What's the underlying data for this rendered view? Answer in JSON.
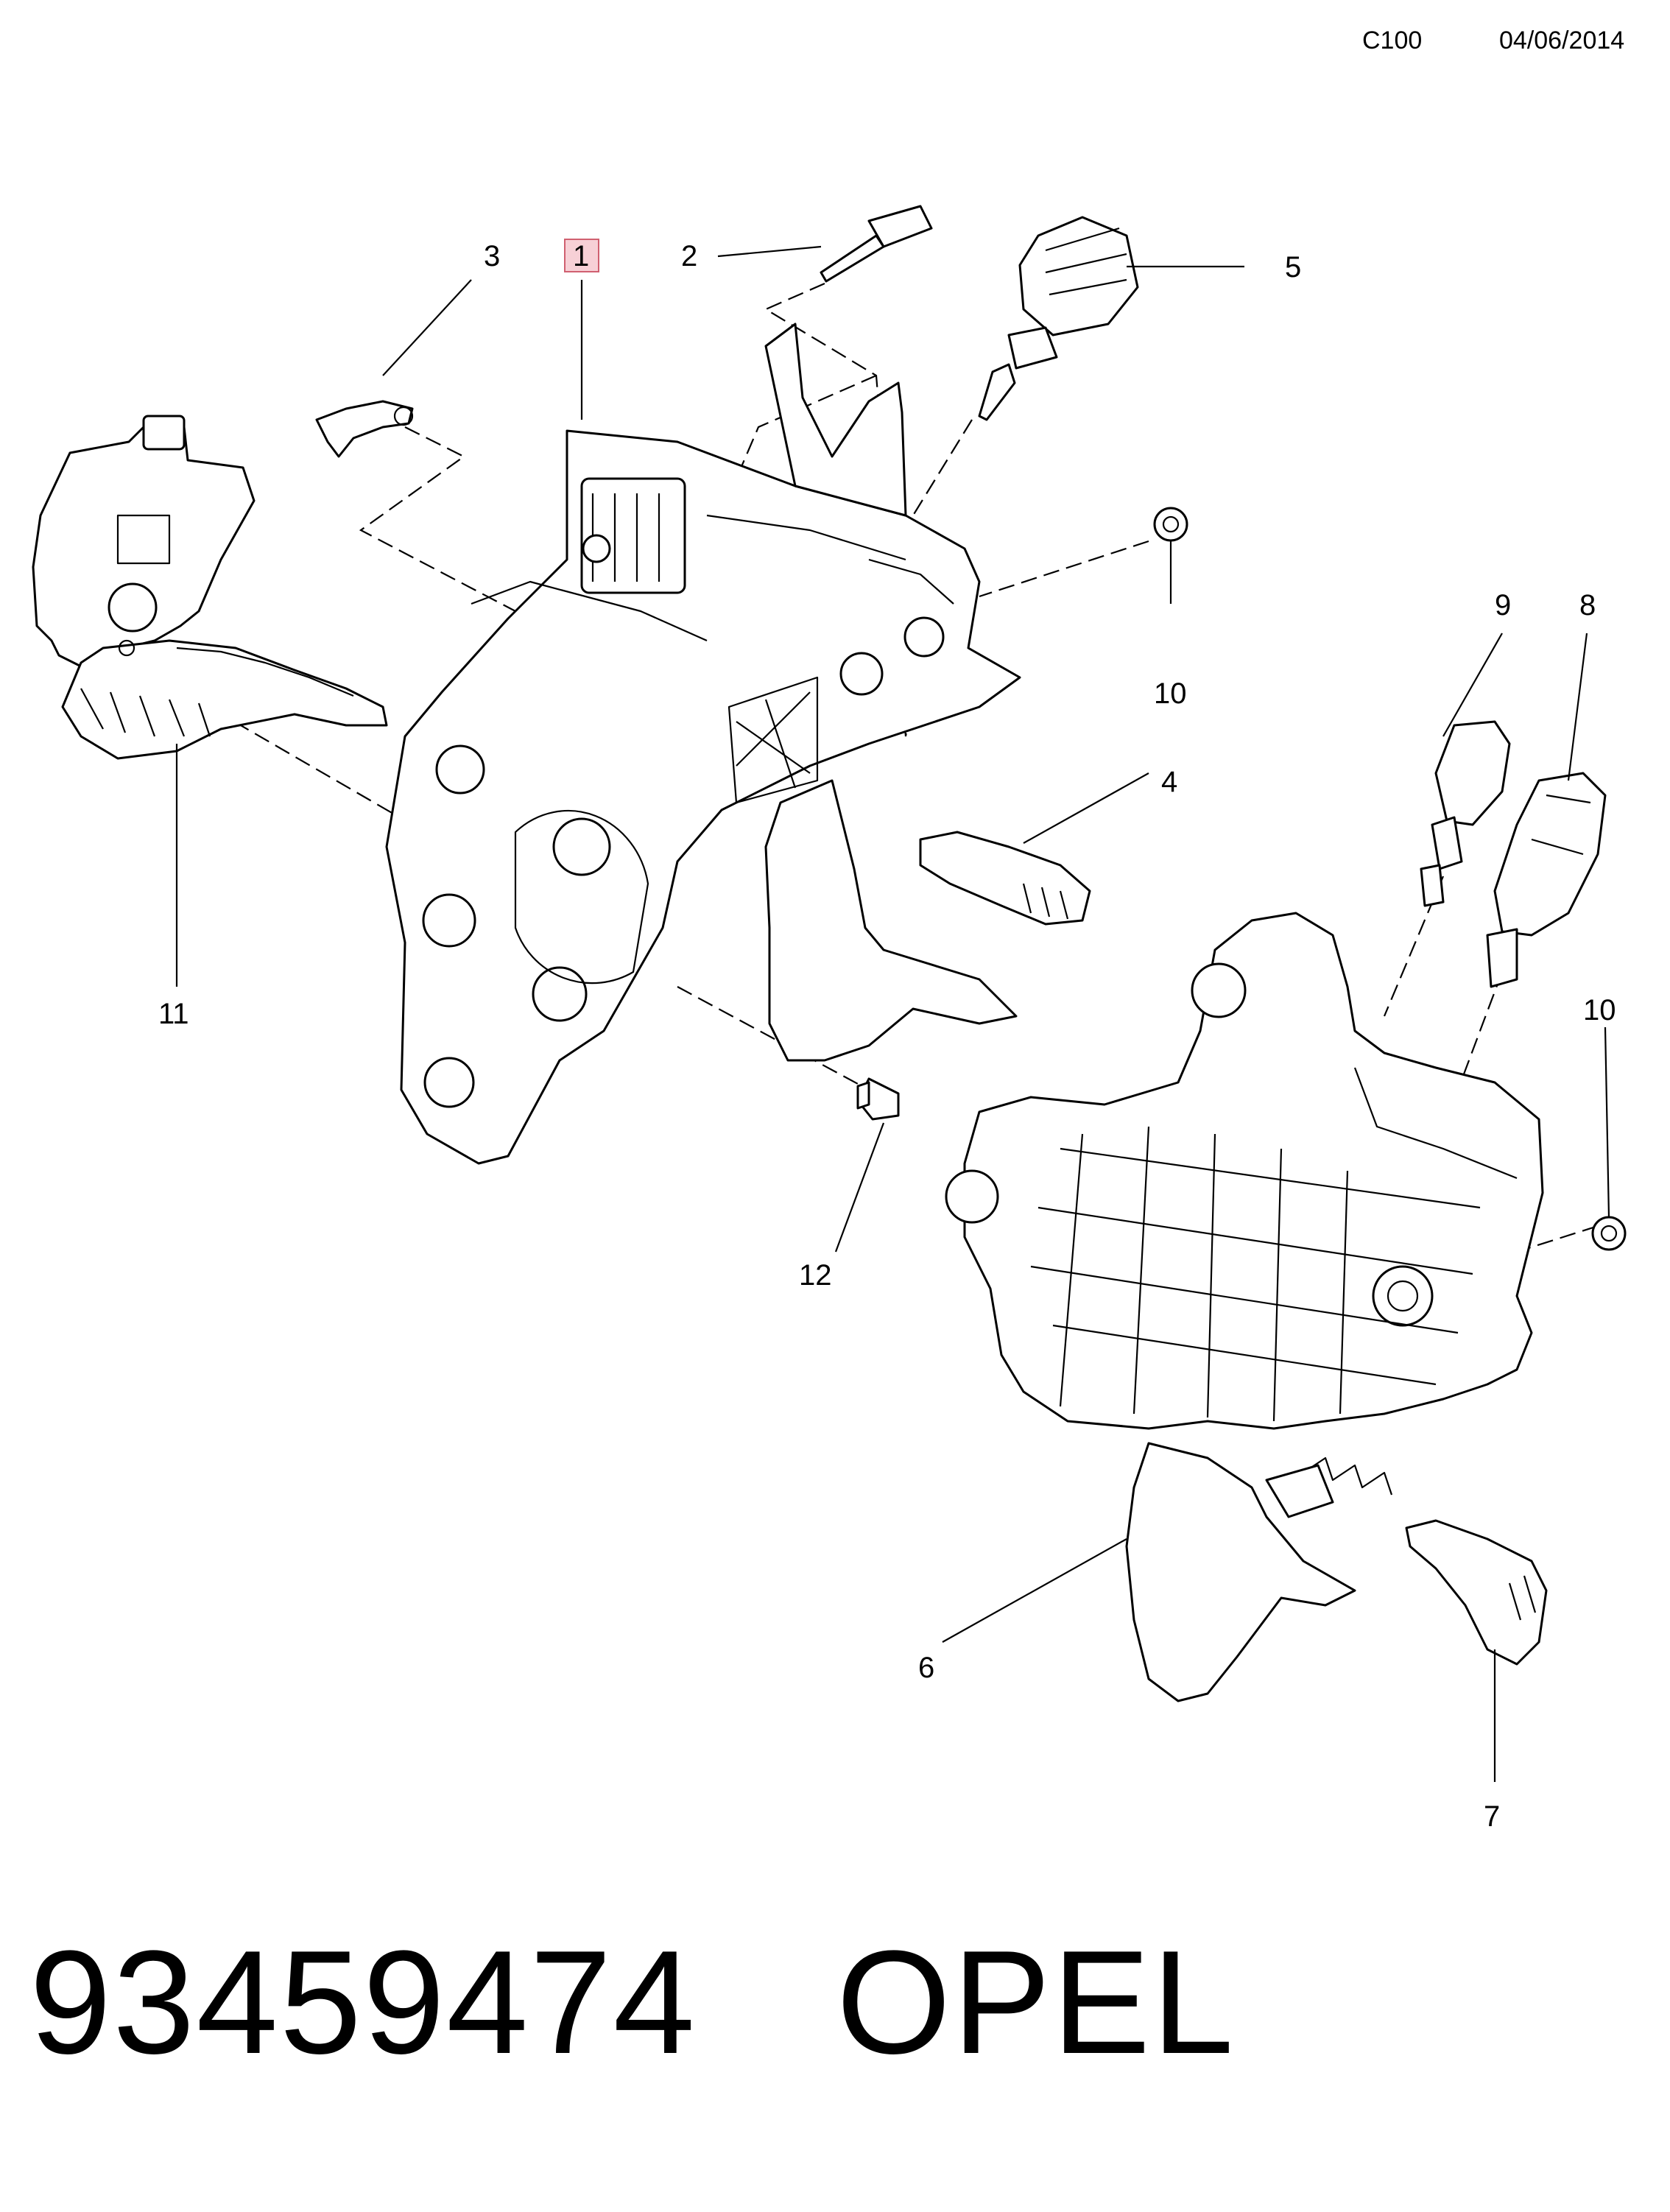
{
  "header": {
    "code": "C100",
    "date": "04/06/2014"
  },
  "callouts": [
    {
      "id": "1",
      "label": "1",
      "highlighted": true
    },
    {
      "id": "2",
      "label": "2"
    },
    {
      "id": "3",
      "label": "3"
    },
    {
      "id": "4",
      "label": "4"
    },
    {
      "id": "5",
      "label": "5"
    },
    {
      "id": "6",
      "label": "6"
    },
    {
      "id": "7",
      "label": "7"
    },
    {
      "id": "8",
      "label": "8"
    },
    {
      "id": "9",
      "label": "9"
    },
    {
      "id": "10a",
      "label": "10"
    },
    {
      "id": "10b",
      "label": "10"
    },
    {
      "id": "11",
      "label": "11"
    },
    {
      "id": "12",
      "label": "12"
    }
  ],
  "colors": {
    "highlight_fill": "#f7d0d6",
    "highlight_stroke": "#d06070"
  },
  "footer": {
    "part_number": "93459474",
    "brand": "OPEL"
  }
}
